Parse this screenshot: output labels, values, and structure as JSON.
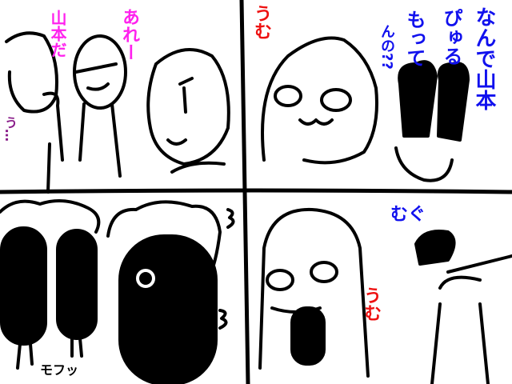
{
  "colors": {
    "magenta": "#ff22ee",
    "purple": "#8a1e8a",
    "red": "#ee1111",
    "blue": "#1111ee",
    "ink": "#000000"
  },
  "panel1": {
    "name_text": "山本だ",
    "are_text": "あれー",
    "mu_text": "う…"
  },
  "panel2": {
    "umu_text": "うむ",
    "why_text": "なんで山本",
    "pyuru_text": "ぴゅる",
    "motte_text": "もって",
    "nno_text": "んの??"
  },
  "panel3": {
    "mofu_text": "モフッ"
  },
  "panel4": {
    "mugu_text": "むぐ",
    "umu_text": "うむ"
  }
}
